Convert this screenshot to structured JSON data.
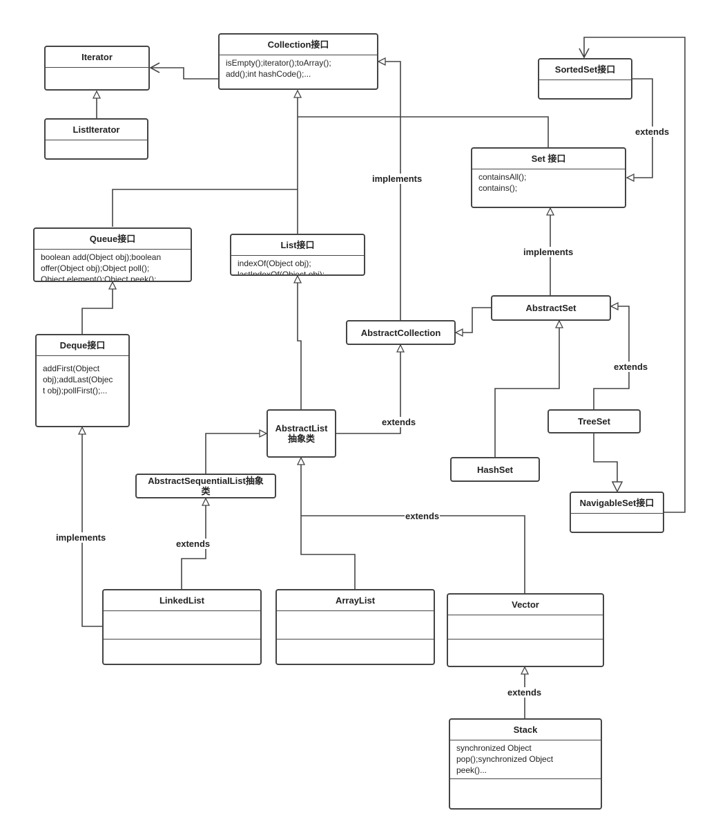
{
  "nodes": {
    "iterator": {
      "title": "Iterator"
    },
    "list_iterator": {
      "title": "ListIterator"
    },
    "collection": {
      "title": "Collection接口",
      "body": "isEmpty();iterator();toArray();\nadd();int hashCode();..."
    },
    "sorted_set": {
      "title": "SortedSet接口"
    },
    "set": {
      "title": "Set 接口",
      "body": "containsAll();\ncontains();"
    },
    "queue": {
      "title": "Queue接口",
      "body": "boolean add(Object obj);boolean\noffer(Object obj);Object poll();\nObject element();Object peek();"
    },
    "list": {
      "title": "List接口",
      "body": "indexOf(Object obj);\nlastIndexOf(Object obj);"
    },
    "abstract_set": {
      "title": "AbstractSet"
    },
    "abstract_collection": {
      "title": "AbstractCollection"
    },
    "deque": {
      "title": "Deque接口",
      "body": "addFirst(Object\nobj);addLast(Objec\nt obj);pollFirst();..."
    },
    "abstract_list": {
      "title": "AbstractList\n抽象类"
    },
    "tree_set": {
      "title": "TreeSet"
    },
    "hash_set": {
      "title": "HashSet"
    },
    "abstract_sequential_list": {
      "title": "AbstractSequentialList抽象\n类"
    },
    "navigable_set": {
      "title": "NavigableSet接口"
    },
    "linked_list": {
      "title": "LinkedList"
    },
    "array_list": {
      "title": "ArrayList"
    },
    "vector": {
      "title": "Vector"
    },
    "stack": {
      "title": "Stack",
      "body": "synchronized Object\npop();synchronized Object\npeek()..."
    }
  },
  "relations": {
    "implements_collection": "implements",
    "extends_sortedset_set": "extends",
    "implements_set": "implements",
    "extends_treeset": "extends",
    "extends_abstractlist_collection": "extends",
    "implements_deque": "implements",
    "extends_linkedlist": "extends",
    "extends_lists": "extends",
    "extends_stack": "extends"
  },
  "colors": {
    "line": "#444444",
    "background": "#ffffff"
  }
}
